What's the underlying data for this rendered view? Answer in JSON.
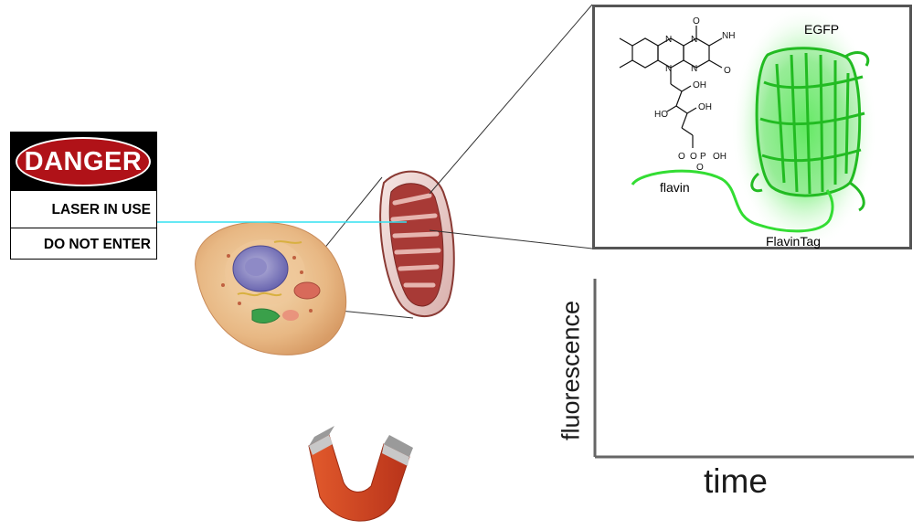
{
  "danger_sign": {
    "header": "DANGER",
    "line1": "LASER IN USE",
    "line2": "DO NOT ENTER"
  },
  "inset": {
    "protein_label": "EGFP",
    "molecule_label": "flavin",
    "linker_label": "FlavinTag",
    "structure_atoms": {
      "n1": "N",
      "n2": "N",
      "n3": "N",
      "n4": "N",
      "o1": "O",
      "o2": "O",
      "nh": "NH",
      "oh1": "OH",
      "oh2": "OH",
      "ho": "HO",
      "o3": "O",
      "p": "P",
      "o4": "O",
      "o5": "O",
      "oh3": "OH"
    }
  },
  "plot": {
    "ylabel": "fluorescence",
    "xlabel": "time"
  },
  "colors": {
    "laser": "#33e0f0",
    "danger_red": "#b01218",
    "egfp_green": "#22cc22",
    "magnet_red": "#d4401c",
    "mitochondrion": "#a83a36"
  }
}
